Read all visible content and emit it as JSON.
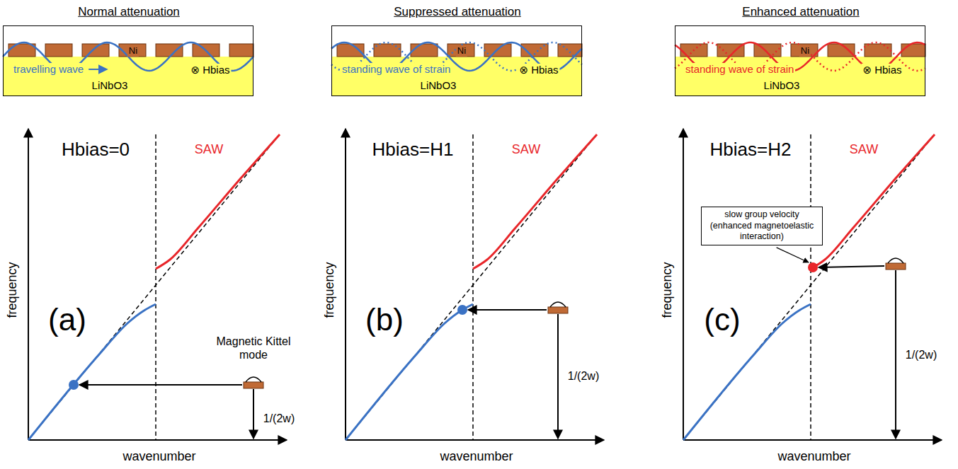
{
  "diagram": {
    "nodes": [
      {
        "text": [
          "Normal attenuation",
          "Ni",
          "travelling wave",
          "LiNbO3",
          "⊗ Hbias"
        ]
      },
      {
        "text": [
          "Suppressed attenuation",
          "Ni",
          "standing wave of strain",
          "LiNbO3",
          "⊗ Hbias"
        ]
      },
      {
        "text": [
          "Enhanced attenuation",
          "Ni",
          "standing wave of strain",
          "LiNbO3",
          "⊗ Hbias"
        ]
      },
      {
        "text": [
          "slow group velocity (enhanced magnetoelastic interaction)"
        ]
      }
    ],
    "labels": [
      "Hbias=0",
      "frequency",
      "wavenumber",
      "SAW",
      "(a)",
      "Magnetic Kittel mode",
      "1/(2w)",
      "Hbias=H1",
      "frequency",
      "wavenumber",
      "SAW",
      "(b)",
      "1/(2w)",
      "Hbias=H2",
      "frequency",
      "wavenumber",
      "SAW",
      "(c)",
      "1/(2w)"
    ]
  }
}
